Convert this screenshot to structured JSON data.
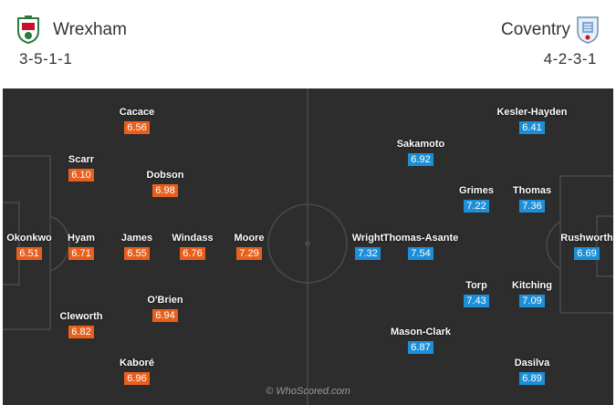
{
  "home": {
    "name": "Wrexham",
    "formation": "3-5-1-1",
    "crest_icon": "wrexham-crest-icon",
    "players": [
      {
        "name": "Okonkwo",
        "rating": "6.51"
      },
      {
        "name": "Scarr",
        "rating": "6.10"
      },
      {
        "name": "Hyam",
        "rating": "6.71"
      },
      {
        "name": "Cleworth",
        "rating": "6.82"
      },
      {
        "name": "Cacace",
        "rating": "6.56"
      },
      {
        "name": "James",
        "rating": "6.55"
      },
      {
        "name": "Kaboré",
        "rating": "6.96"
      },
      {
        "name": "Dobson",
        "rating": "6.98"
      },
      {
        "name": "Windass",
        "rating": "6.76"
      },
      {
        "name": "O'Brien",
        "rating": "6.94"
      },
      {
        "name": "Moore",
        "rating": "7.29"
      }
    ]
  },
  "away": {
    "name": "Coventry",
    "formation": "4-2-3-1",
    "crest_icon": "coventry-crest-icon",
    "players": [
      {
        "name": "Rushworth",
        "rating": "6.69"
      },
      {
        "name": "Kesler-Hayden",
        "rating": "6.41"
      },
      {
        "name": "Thomas",
        "rating": "7.36"
      },
      {
        "name": "Kitching",
        "rating": "7.09"
      },
      {
        "name": "Dasilva",
        "rating": "6.89"
      },
      {
        "name": "Grimes",
        "rating": "7.22"
      },
      {
        "name": "Torp",
        "rating": "7.43"
      },
      {
        "name": "Sakamoto",
        "rating": "6.92"
      },
      {
        "name": "Thomas-Asante",
        "rating": "7.54"
      },
      {
        "name": "Mason-Clark",
        "rating": "6.87"
      },
      {
        "name": "Wright",
        "rating": "7.32"
      }
    ]
  },
  "watermark": "© WhoScored.com",
  "colors": {
    "home_rating": "#e8601c",
    "away_rating": "#1d8fd8",
    "pitch": "#2d2d2d",
    "lines": "#4a4a4a"
  }
}
